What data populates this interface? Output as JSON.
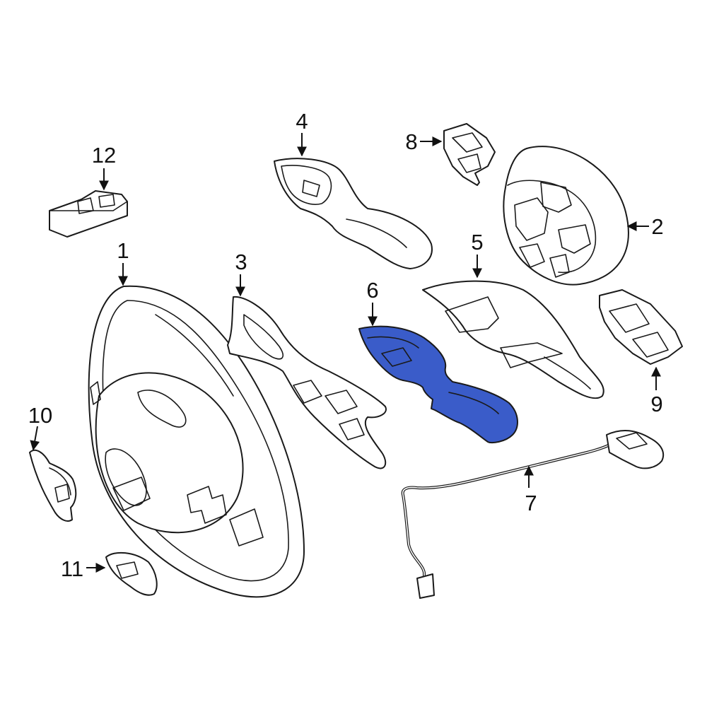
{
  "diagram": {
    "highlight_color": "#3A5CC9",
    "line_color": "#1a1a1a",
    "background": "#ffffff",
    "callouts": [
      "1",
      "2",
      "3",
      "4",
      "5",
      "6",
      "7",
      "8",
      "9",
      "10",
      "11",
      "12"
    ]
  }
}
